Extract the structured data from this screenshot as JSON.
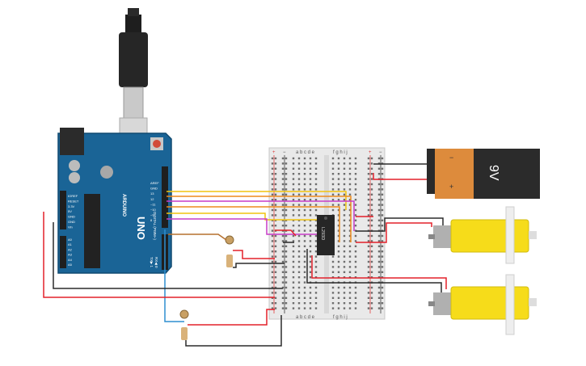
{
  "arduino": {
    "model_word": "ARDUINO",
    "model_name": "UNO",
    "pin_labels_top": [
      "AREF",
      "GND",
      "13",
      "12",
      "~11",
      "~10",
      "~9",
      "8"
    ],
    "pin_labels_power": [
      "IOREF",
      "RESET",
      "3.3V",
      "5V",
      "GND",
      "GND",
      "Vin"
    ],
    "pin_labels_analog": [
      "A0",
      "A1",
      "A2",
      "A3",
      "A4",
      "A5"
    ],
    "digital_label": "DIGITAL (PWM~)",
    "tx_label": "TX▶ 1",
    "rx_label": "RX◀ 0"
  },
  "breadboard": {
    "column_letters_left": "a b c d e",
    "column_letters_right": "f g h i j",
    "rail_plus": "+",
    "rail_minus": "−"
  },
  "ic": {
    "label": "L293D"
  },
  "battery": {
    "voltage_label": "9V",
    "plus": "+",
    "minus": "−"
  },
  "colors": {
    "red_wire": "#e3202a",
    "black_wire": "#2b2b2b",
    "yellow_wire": "#f1c40f",
    "orange_wire": "#ee8a1c",
    "magenta_wire": "#c73cc7",
    "brown_wire": "#b5702f",
    "blue_wire": "#2e8fd0",
    "arduino_blue": "#1a6496",
    "motor_yellow": "#f6dc1a",
    "battery_orange": "#dd8b3c"
  }
}
